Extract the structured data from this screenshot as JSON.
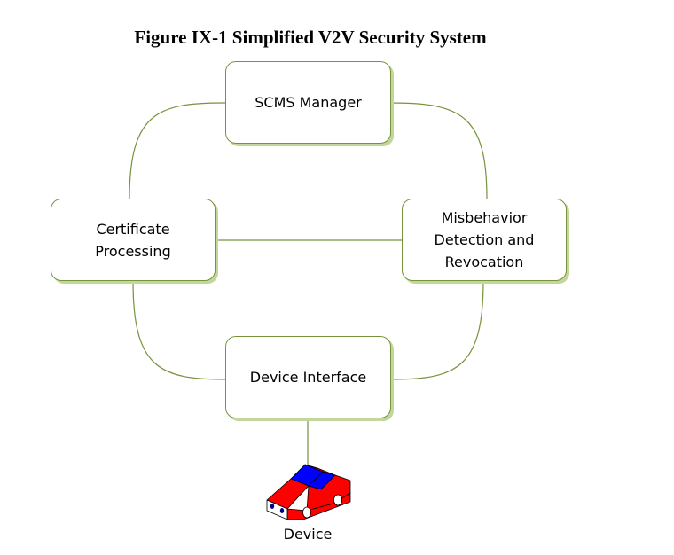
{
  "figure": {
    "title": "Figure IX-1 Simplified V2V Security System"
  },
  "nodes": {
    "scms_manager": "SCMS Manager",
    "certificate_processing": "Certificate\nProcessing",
    "misbehavior_detection": "Misbehavior\nDetection and\nRevocation",
    "device_interface": "Device Interface"
  },
  "device": {
    "label": "Device",
    "icon": "car-icon"
  },
  "colors": {
    "border": "#77933c",
    "shadow": "#c3d69b",
    "connector": "#77933c",
    "car_body": "#ff0000",
    "car_windows": "#0000ff"
  },
  "connections": [
    [
      "scms_manager",
      "certificate_processing"
    ],
    [
      "scms_manager",
      "misbehavior_detection"
    ],
    [
      "certificate_processing",
      "misbehavior_detection"
    ],
    [
      "certificate_processing",
      "device_interface"
    ],
    [
      "misbehavior_detection",
      "device_interface"
    ],
    [
      "device_interface",
      "device"
    ]
  ]
}
